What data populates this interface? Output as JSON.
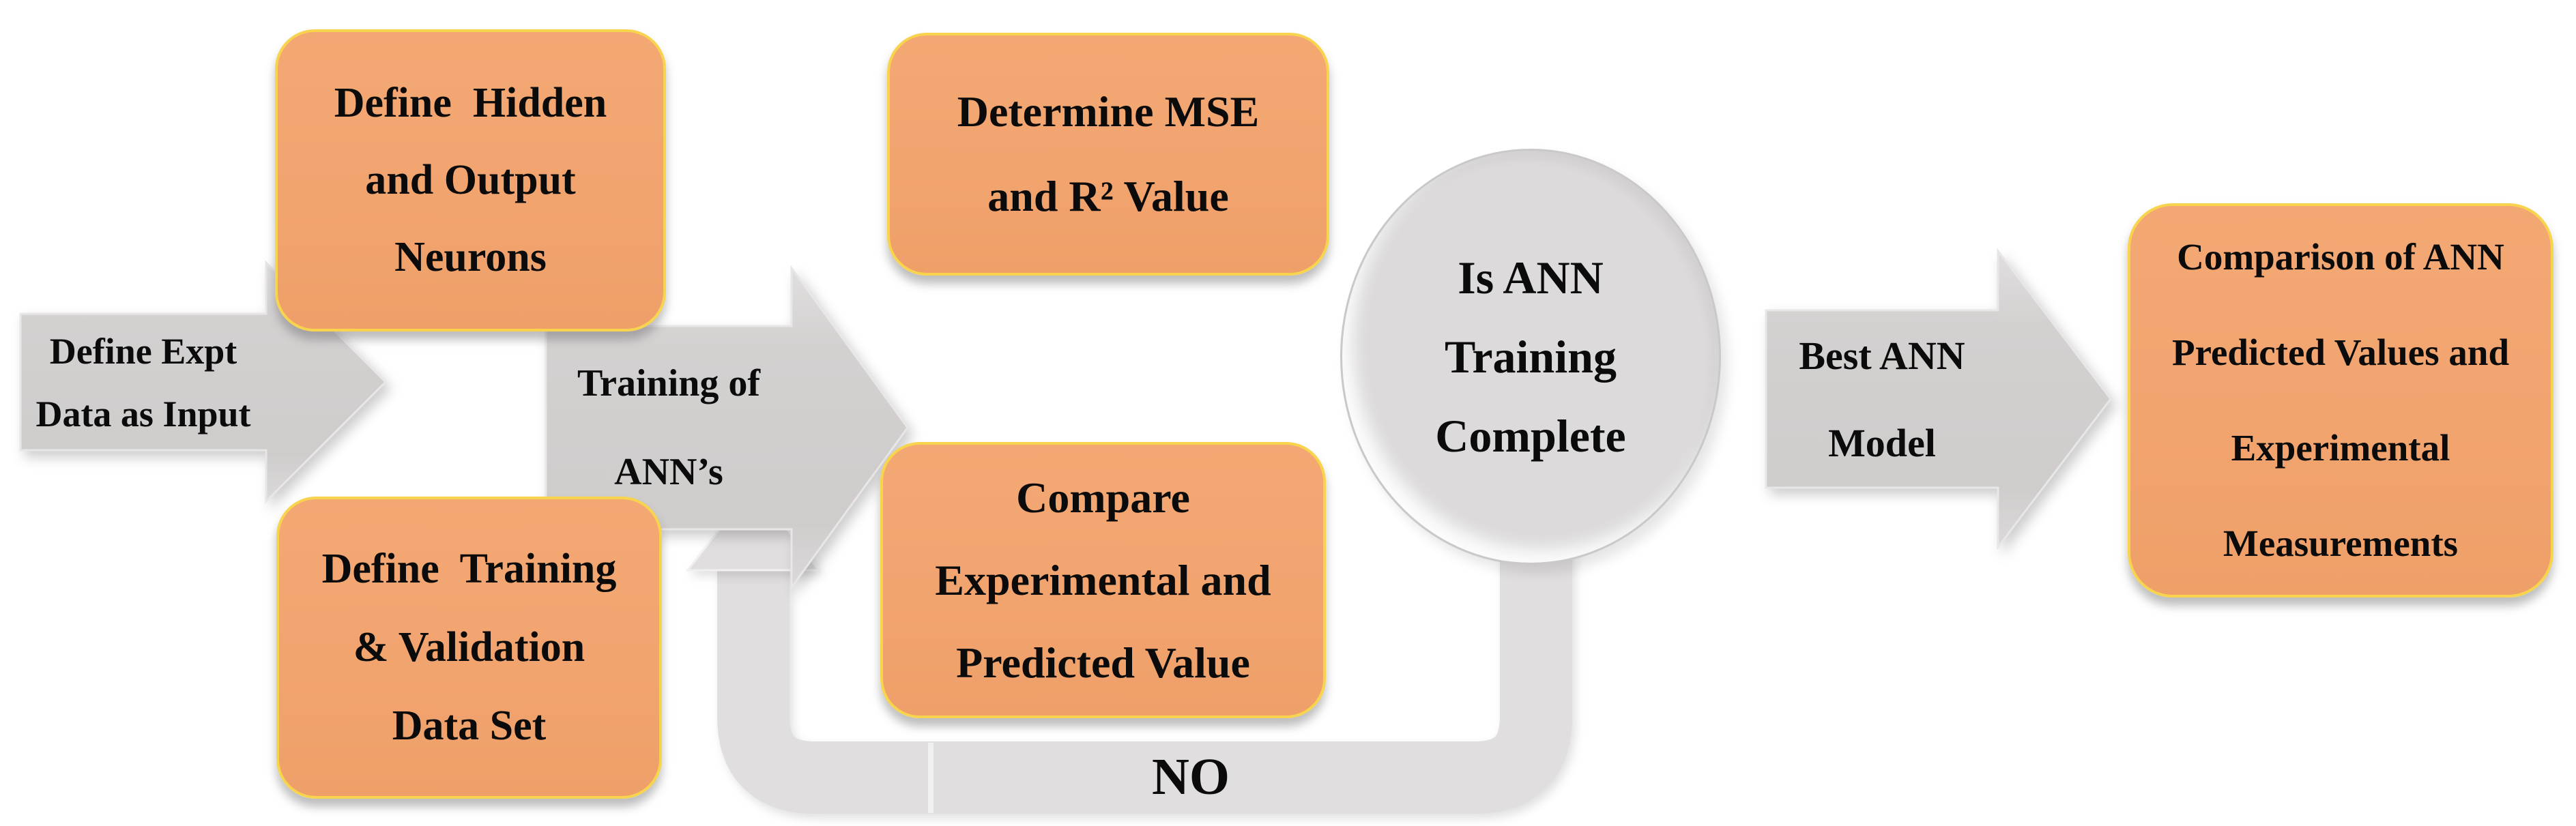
{
  "colors": {
    "box_fill": "#F2A46F",
    "box_border": "#F8D44E",
    "arrow_fill": "#D2CFCF",
    "pipe_fill": "#E0DEDE",
    "circle_fill": "#DCDADA",
    "text": "#0B0B0B",
    "background": "#FFFFFF"
  },
  "nodes": {
    "input_arrow": {
      "shape": "right-arrow",
      "lines": [
        "Define Expt",
        "Data as Input"
      ]
    },
    "hidden_neurons_box": {
      "shape": "rounded-box",
      "lines": [
        "Define  Hidden",
        "and Output",
        "Neurons"
      ]
    },
    "training_validation_box": {
      "shape": "rounded-box",
      "lines": [
        "Define  Training",
        "& Validation",
        "Data Set"
      ]
    },
    "training_arrow": {
      "shape": "right-arrow",
      "lines": [
        "Training of",
        "ANN’s"
      ]
    },
    "mse_box": {
      "shape": "rounded-box",
      "lines": [
        "Determine MSE",
        "and R² Value"
      ]
    },
    "compare_box": {
      "shape": "rounded-box",
      "lines": [
        "Compare",
        "Experimental and",
        "Predicted Value"
      ]
    },
    "decision_circle": {
      "shape": "circle",
      "lines": [
        "Is ANN",
        "Training",
        "Complete"
      ]
    },
    "best_model_arrow": {
      "shape": "right-arrow",
      "lines": [
        "Best ANN",
        "Model"
      ]
    },
    "comparison_box": {
      "shape": "rounded-box",
      "lines": [
        "Comparison of ANN",
        "Predicted Values and",
        "Experimental",
        "Measurements"
      ]
    },
    "feedback_loop": {
      "label": "NO"
    }
  }
}
